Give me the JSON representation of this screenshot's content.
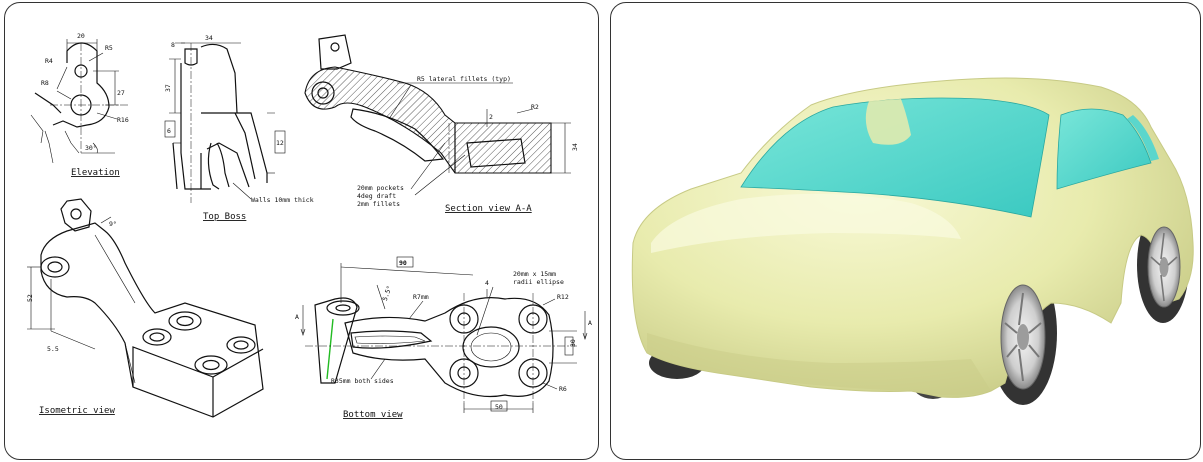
{
  "drawing": {
    "views": {
      "elevation": "Elevation",
      "top_boss": "Top Boss",
      "section": "Section view A-A",
      "isometric": "Isometric view",
      "bottom": "Bottom view"
    },
    "elevation_dims": {
      "d20": "20",
      "r5": "R5",
      "r4": "R4",
      "r8": "R8",
      "d27": "27",
      "r16": "R16",
      "a30": "30°"
    },
    "top_boss_dims": {
      "d8": "8",
      "d34": "34",
      "d37": "37",
      "d6": "6",
      "d12": "12",
      "walls": "Walls 10mm thick"
    },
    "section_dims": {
      "fillets": "R5 lateral fillets (typ)",
      "d2": "2",
      "r2": "R2",
      "d34": "34",
      "pockets": "20mm pockets",
      "draft": "4deg draft",
      "fillets2": "2mm fillets"
    },
    "iso_dims": {
      "d52": "52",
      "d55": "5.5",
      "a9": "9°"
    },
    "bottom_dims": {
      "d90": "90",
      "a55": "5.5°",
      "r7": "R7mm",
      "ellipse1": "20mm x 15mm",
      "ellipse2": "radii ellipse",
      "r12": "R12",
      "d30": "30",
      "r6": "R6",
      "d50": "50",
      "r35": "R35mm both sides",
      "a": "A",
      "a2": "A",
      "d4": "4"
    }
  },
  "render": {
    "body_color": "#eef0b8",
    "glass_color": "#4dd9cf"
  }
}
